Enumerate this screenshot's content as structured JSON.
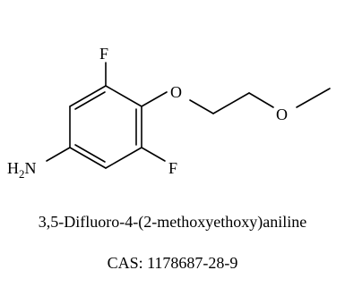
{
  "molecule": {
    "atom_labels": {
      "fluorine_top": "F",
      "fluorine_bottom": "F",
      "oxygen_ether": "O",
      "oxygen_methoxy": "O",
      "amine": "H2N"
    }
  },
  "caption": {
    "name": "3,5-Difluoro-4-(2-methoxyethoxy)aniline",
    "cas": "CAS: 1178687-28-9"
  }
}
